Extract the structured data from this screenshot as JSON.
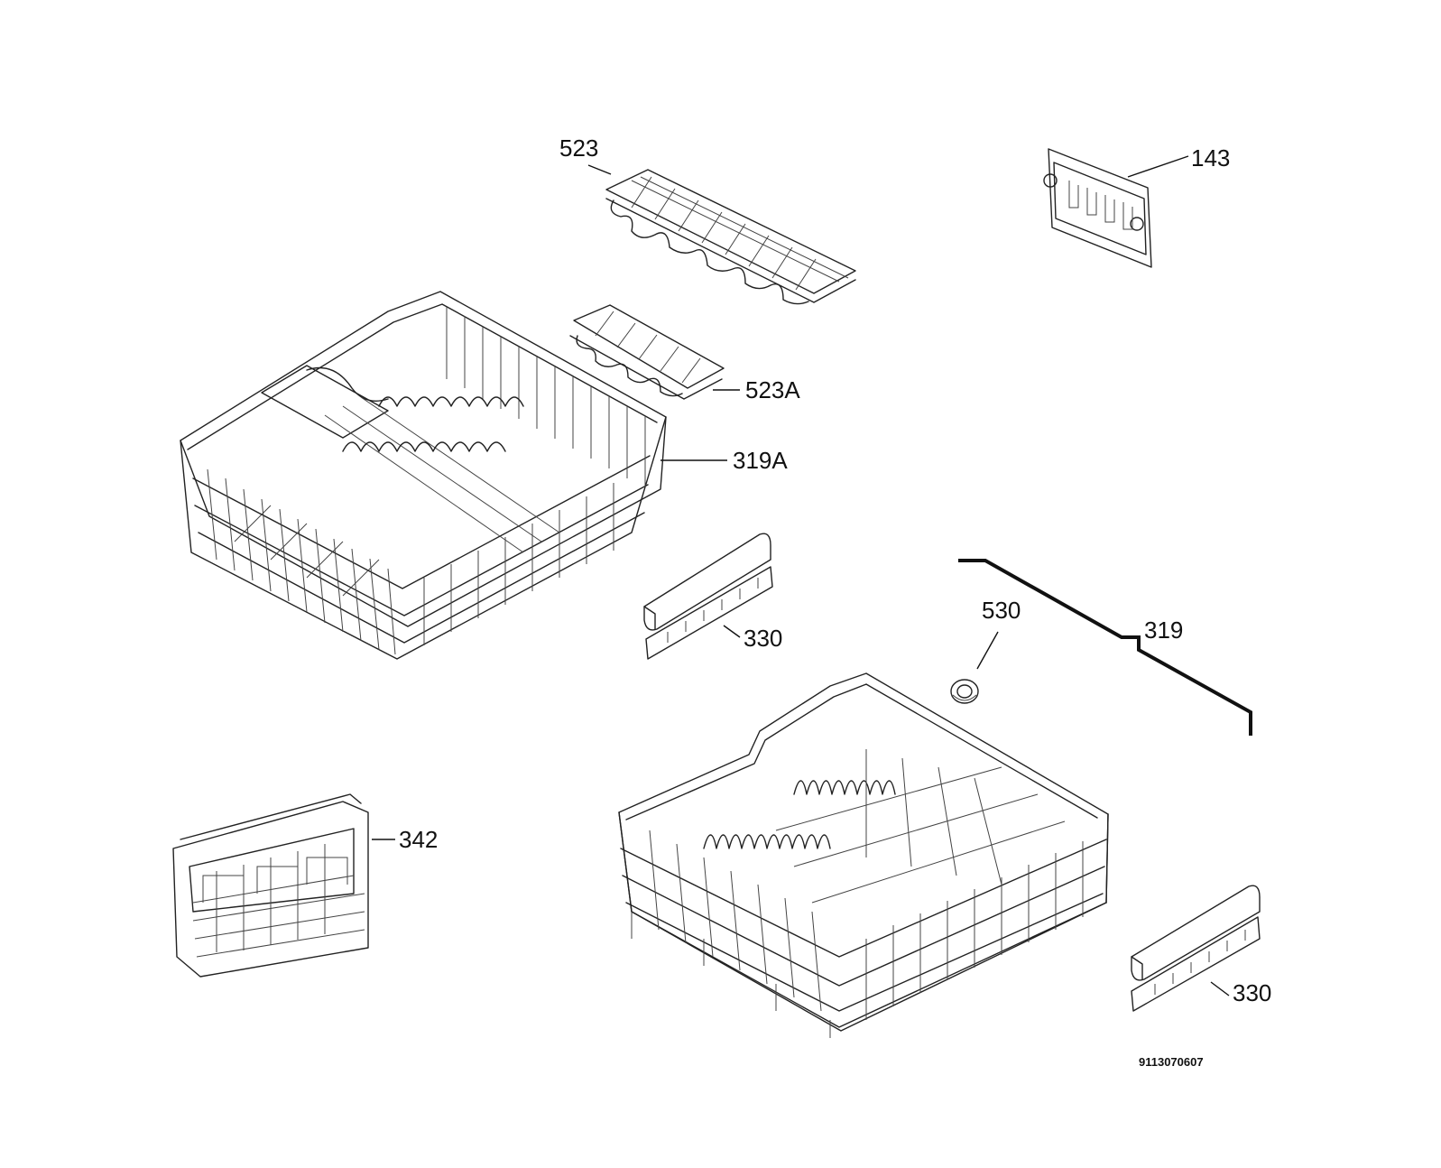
{
  "labels": {
    "p523": "523",
    "p143": "143",
    "p523A": "523A",
    "p319A": "319A",
    "p330a": "330",
    "p530": "530",
    "p319": "319",
    "p342": "342",
    "p330b": "330"
  },
  "drawing_number": "9113070607"
}
